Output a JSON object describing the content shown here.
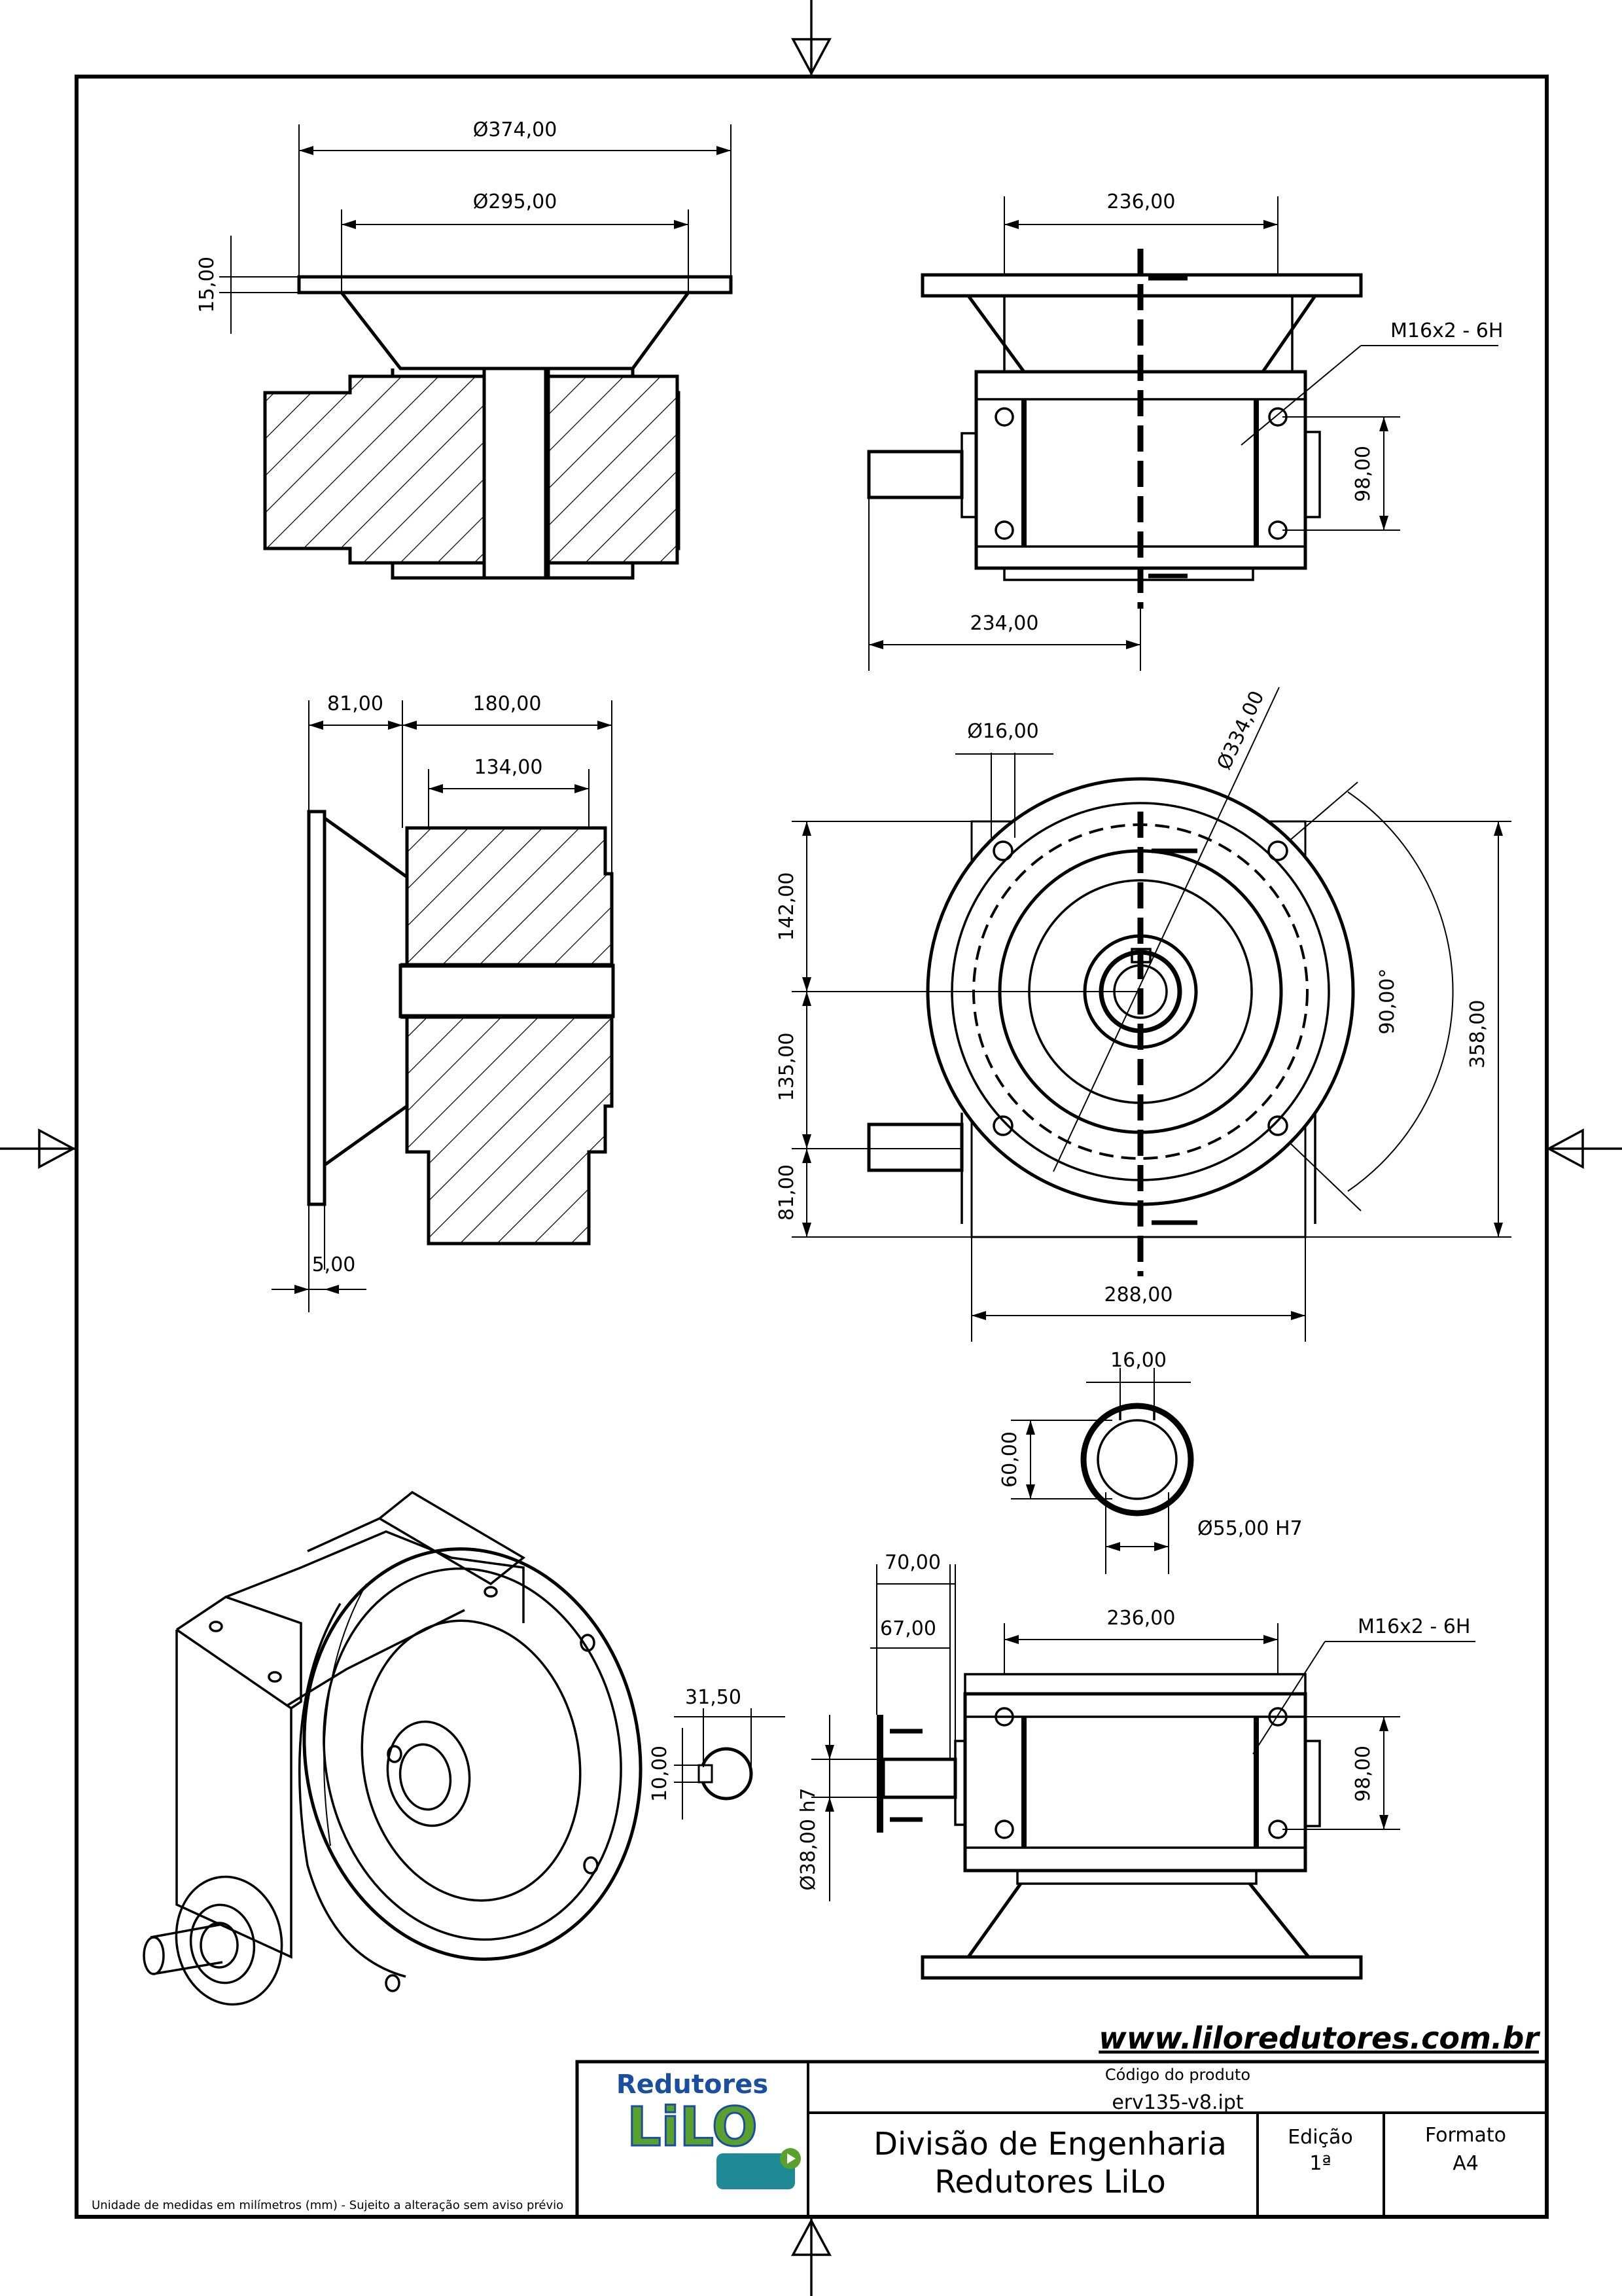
{
  "drawing": {
    "dimensions": {
      "top_view_flange_dia": "Ø374,00",
      "top_view_cone_dia": "Ø295,00",
      "top_view_flange_thk": "15,00",
      "right_top_width": "236,00",
      "right_top_thread": "M16x2 - 6H",
      "right_top_holes": "98,00",
      "right_top_shaft": "234,00",
      "side_offset": "81,00",
      "side_length": "180,00",
      "side_body": "134,00",
      "side_plate": "5,00",
      "front_hole_dia": "Ø16,00",
      "front_bolt_circle": "Ø334,00",
      "front_upper": "142,00",
      "front_middle": "135,00",
      "front_lower": "81,00",
      "front_angle": "90,00°",
      "front_height": "358,00",
      "front_width": "288,00",
      "bore_key": "16,00",
      "bore_depth": "60,00",
      "bore_dia": "Ø55,00 H7",
      "bottom_70": "70,00",
      "bottom_67": "67,00",
      "bottom_width": "236,00",
      "bottom_thread": "M16x2 - 6H",
      "bottom_holes": "98,00",
      "shaft_key_pos": "31,50",
      "shaft_key_w": "10,00",
      "shaft_dia": "Ø38,00 h7"
    }
  },
  "title_block": {
    "website": "www.liloredutores.com.br",
    "logo_top": "Redutores",
    "logo_main": "LiLO",
    "code_label": "Código do produto",
    "code_value": "erv135-v8.ipt",
    "division_line1": "Divisão de Engenharia",
    "division_line2": "Redutores LiLo",
    "edition_label": "Edição",
    "edition_value": "1ª",
    "format_label": "Formato",
    "format_value": "A4",
    "units_note": "Unidade de medidas em milímetros (mm) - Sujeito a alteração sem aviso prévio"
  },
  "colors": {
    "logo_blue": "#1a4fa0",
    "logo_green": "#5aa02c",
    "motor_teal": "#1f8a96"
  }
}
